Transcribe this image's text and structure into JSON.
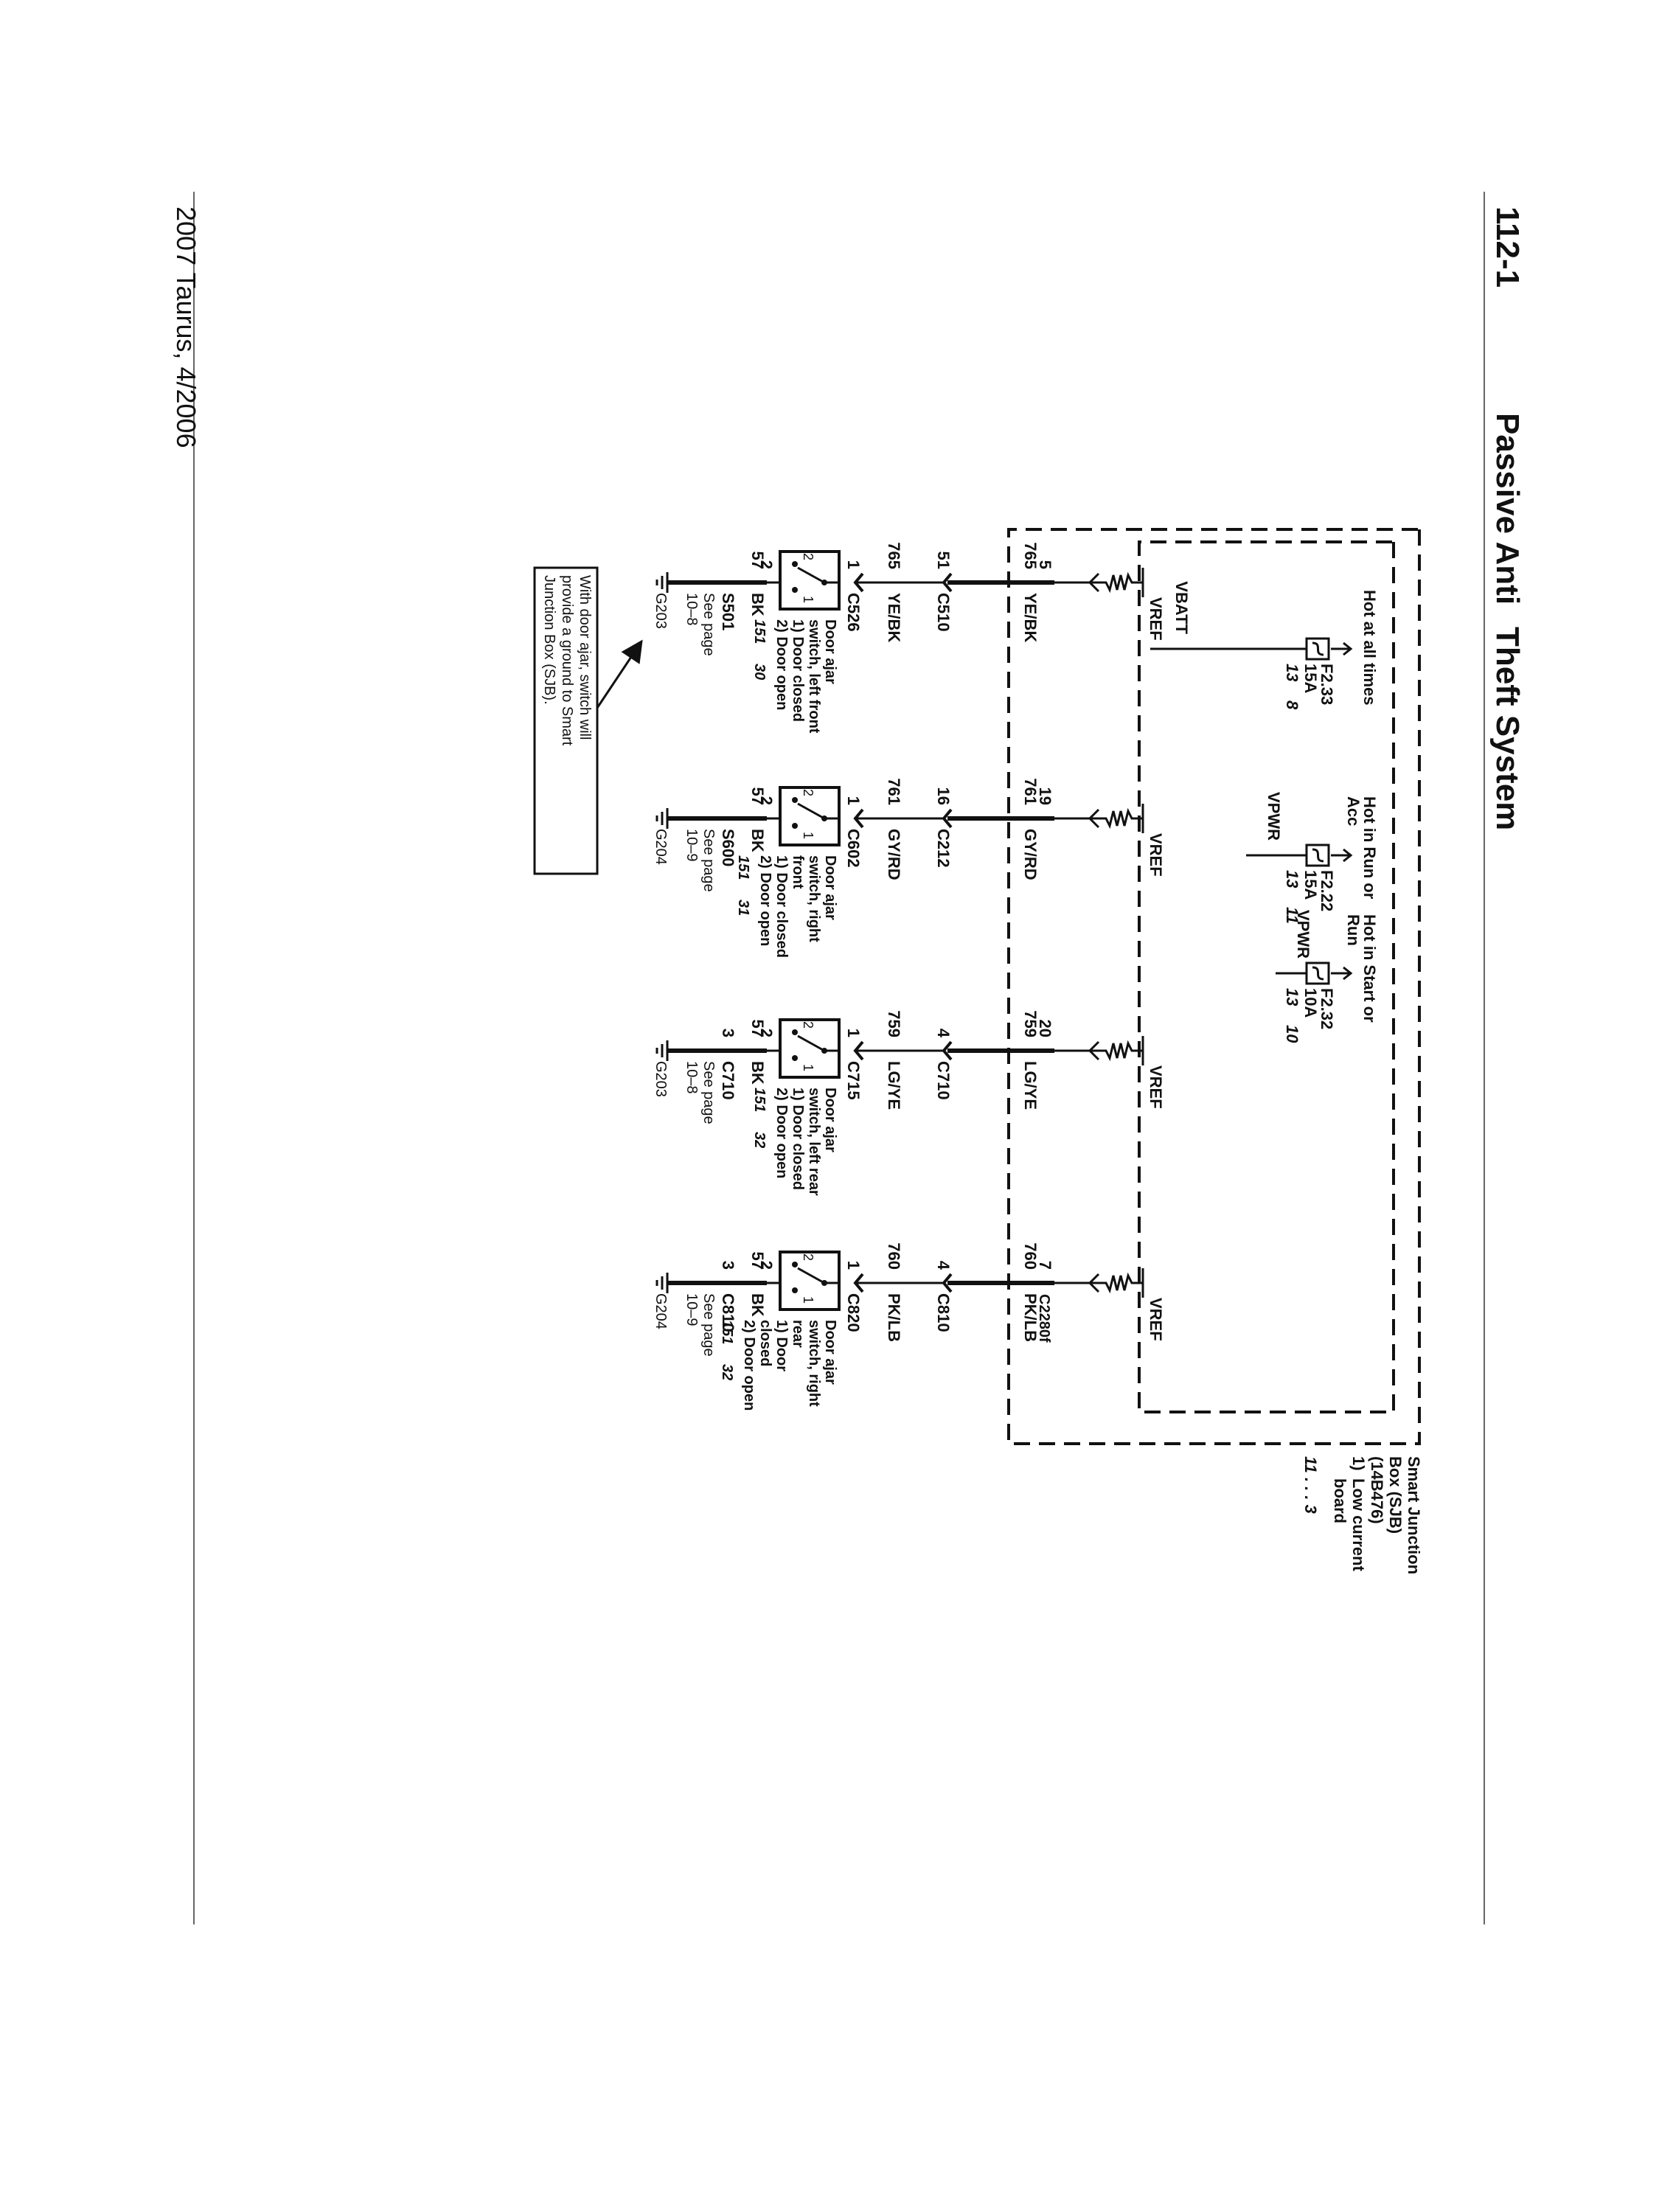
{
  "page": {
    "header_number": "112-1",
    "header_title_a": "Passive Anti",
    "header_title_b": "Theft System",
    "footer": "2007 Taurus, 4/2006"
  },
  "sjb": {
    "name": [
      "Smart Junction",
      "Box (SJB)",
      "(14B476)"
    ],
    "note_index": "1)",
    "note_lines": [
      "Low current",
      "board"
    ],
    "ref": "11 . . . 3"
  },
  "fuses": [
    {
      "hot_lines": [
        "Hot at all times"
      ],
      "id": "F2.33",
      "amps": "15A",
      "ref_a": "13",
      "ref_b": "8",
      "bus": "VBATT"
    },
    {
      "hot_lines": [
        "Hot in Run or",
        "Acc"
      ],
      "id": "F2.22",
      "amps": "15A",
      "ref_a": "13",
      "ref_b": "11",
      "bus": "VPWR"
    },
    {
      "hot_lines": [
        "Hot in Start or",
        "Run"
      ],
      "id": "F2.32",
      "amps": "10A",
      "ref_a": "13",
      "ref_b": "10",
      "bus": "VPWR"
    }
  ],
  "channels": [
    {
      "vref": "VREF",
      "pin": "5",
      "circuit": "765",
      "color": "YE/BK",
      "inline_pin": "51",
      "inline_conn": "C510",
      "circuit2": "765",
      "color2": "YE/BK",
      "sw_pin_top": "1",
      "sw_conn": "C526",
      "sw_pin_bot": "2",
      "switch_n2": "2",
      "switch_n1": "1",
      "sw_title": [
        "Door ajar",
        "switch, left front"
      ],
      "sw_pos": [
        "1)  Door closed",
        "2)  Door open"
      ],
      "ref_a": "151",
      "ref_b": "30",
      "gnd_circuit": "57",
      "gnd_color": "BK",
      "splice_pin": "",
      "splice": "S501",
      "see": [
        "See page",
        "10–8"
      ],
      "ground": "G203"
    },
    {
      "vref": "VREF",
      "pin": "19",
      "circuit": "761",
      "color": "GY/RD",
      "inline_pin": "16",
      "inline_conn": "C212",
      "circuit2": "761",
      "color2": "GY/RD",
      "sw_pin_top": "1",
      "sw_conn": "C602",
      "sw_pin_bot": "2",
      "switch_n2": "2",
      "switch_n1": "1",
      "sw_title": [
        "Door ajar",
        "switch, right",
        "front"
      ],
      "sw_pos": [
        "1)  Door closed",
        "2)  Door open"
      ],
      "ref_a": "151",
      "ref_b": "31",
      "gnd_circuit": "57",
      "gnd_color": "BK",
      "splice_pin": "",
      "splice": "S600",
      "see": [
        "See page",
        "10–9"
      ],
      "ground": "G204"
    },
    {
      "vref": "VREF",
      "pin": "20",
      "circuit": "759",
      "color": "LG/YE",
      "inline_pin": "4",
      "inline_conn": "C710",
      "circuit2": "759",
      "color2": "LG/YE",
      "sw_pin_top": "1",
      "sw_conn": "C715",
      "sw_pin_bot": "2",
      "switch_n2": "2",
      "switch_n1": "1",
      "sw_title": [
        "Door ajar",
        "switch, left rear"
      ],
      "sw_pos": [
        "1)  Door closed",
        "2)  Door open"
      ],
      "ref_a": "151",
      "ref_b": "32",
      "gnd_circuit": "57",
      "gnd_color": "BK",
      "splice_pin": "3",
      "splice": "C710",
      "see": [
        "See page",
        "10–8"
      ],
      "ground": "G203"
    },
    {
      "vref": "VREF",
      "pin": "7",
      "circuit": "760",
      "color": "PK/LB",
      "inline_pin": "4",
      "inline_conn": "C810",
      "circuit2": "760",
      "color2": "PK/LB",
      "sw_pin_top": "1",
      "sw_conn": "C820",
      "sw_pin_bot": "2",
      "switch_n2": "2",
      "switch_n1": "1",
      "sw_title": [
        "Door ajar",
        "switch, right",
        "rear"
      ],
      "sw_pos": [
        "1)  Door",
        "closed",
        "2)  Door open"
      ],
      "ref_a": "151",
      "ref_b": "32",
      "gnd_circuit": "57",
      "gnd_color": "BK",
      "splice_pin": "3",
      "splice": "C810",
      "see": [
        "See page",
        "10–9"
      ],
      "ground": "G204"
    }
  ],
  "sjb_connector_label": "C2280f",
  "callout": [
    "With door ajar, switch will",
    "provide a ground to Smart",
    "Junction Box (SJB)."
  ]
}
